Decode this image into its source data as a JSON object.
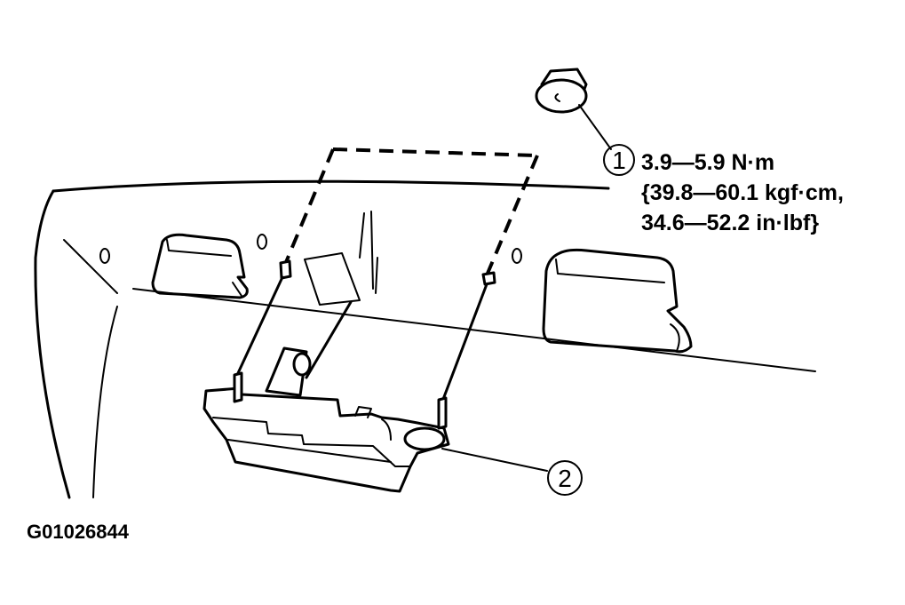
{
  "callouts": [
    {
      "number": "1"
    },
    {
      "number": "2"
    }
  ],
  "torque_spec": {
    "line1": "3.9—5.9 N·m",
    "line2": "{39.8—60.1 kgf·cm,",
    "line3": "34.6—52.2 in·lbf}"
  },
  "figure_id": "G01026844"
}
